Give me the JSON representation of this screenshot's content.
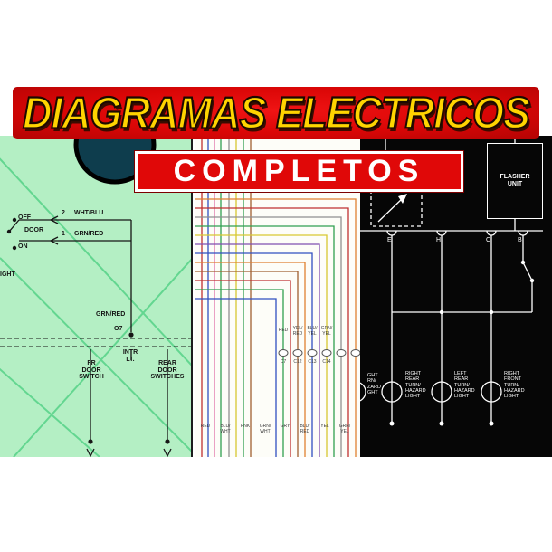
{
  "colors": {
    "banner_red": "#da0606",
    "banner_title_yellow": "#ffd400",
    "subtitle_text_white": "#ffffff",
    "left_panel_green": "#b4efc4",
    "middle_panel_white": "#fdfdf8",
    "right_panel_black": "#060606"
  },
  "banner": {
    "title": "DIAGRAMAS ELECTRICOS",
    "subtitle": "COMPLETOS"
  },
  "left_diagram": {
    "switch_positions": [
      "OFF",
      "DOOR",
      "ON"
    ],
    "pin_2": "2",
    "wire_2_color": "WHT/BLU",
    "pin_1": "1",
    "wire_1_color": "GRN/RED",
    "cut_label": "IGHT",
    "wire_vertical_color": "GRN/RED",
    "connector": "O7",
    "interior_light": "INTR\nLT.",
    "front_door_switch": "FR\nDOOR\nSWITCH",
    "rear_door_switches": "REAR\nDOOR\nSWITCHES"
  },
  "middle_diagram": {
    "upper_wire_labels": [
      "RED",
      "YEL/\nRED",
      "BLU/\nYEL",
      "GRN/\nYEL"
    ],
    "connector_labels": [
      "C7",
      "C12",
      "C13",
      "C14"
    ],
    "lower_wire_labels": [
      "RED",
      "BLU/\nWHT",
      "PNK",
      "GRN/\nWHT",
      "GRY",
      "BLU/\nRED",
      "YEL",
      "GRN/\nYEL"
    ]
  },
  "right_diagram": {
    "flasher_unit": "FLASHER\nUNIT",
    "terminals": [
      "E",
      "H",
      "C",
      "B"
    ],
    "light_labels": [
      "RIGHT\nREAR\nTURN/\nHAZARD\nLIGHT",
      "LEFT\nREAR\nTURN/\nHAZARD\nLIGHT",
      "RIGHT\nFRONT\nTURN/\nHAZARD\nLIGHT"
    ],
    "partial_light_label": "GHT\nRN/\nZARD\nGHT"
  }
}
